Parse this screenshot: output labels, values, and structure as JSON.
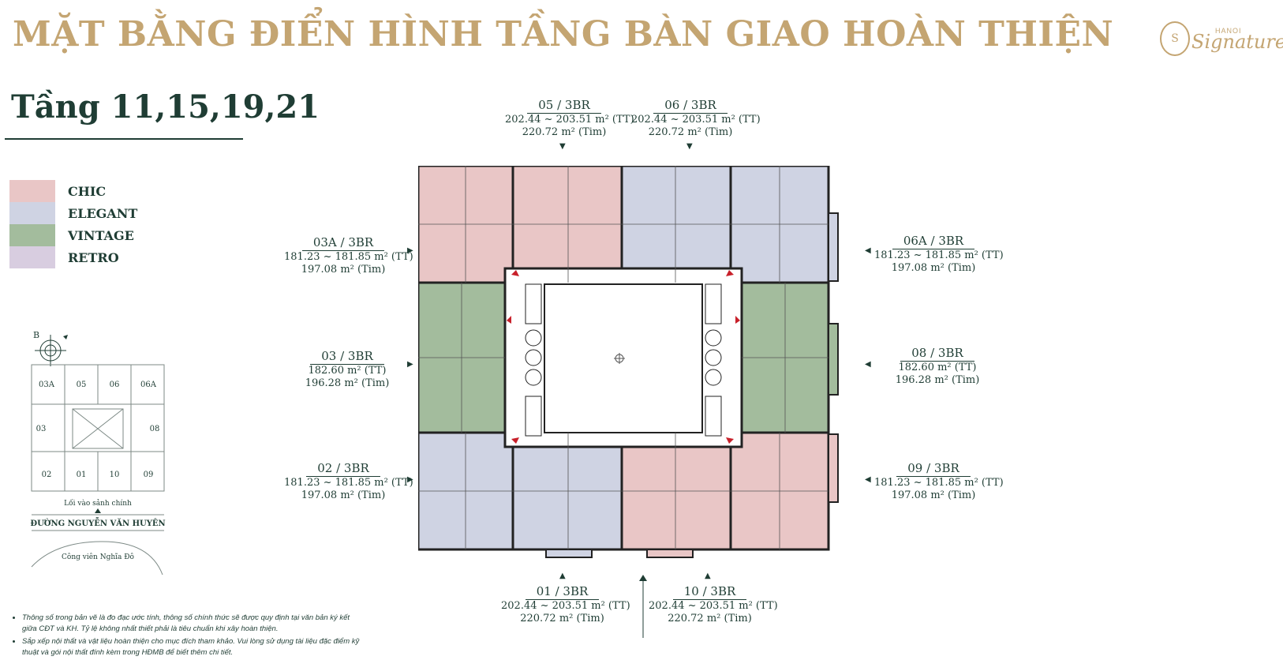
{
  "header": {
    "title": "MẶT BẰNG ĐIỂN HÌNH TẦNG BÀN GIAO HOÀN THIỆN",
    "logo_small": "HANOI",
    "logo_brand": "Signature",
    "logo_mark": "S"
  },
  "floor": {
    "title": "Tầng 11,15,19,21"
  },
  "legend": [
    {
      "label": "CHIC",
      "color": "#e9c6c6"
    },
    {
      "label": "ELEGANT",
      "color": "#cfd3e3"
    },
    {
      "label": "VINTAGE",
      "color": "#a3bc9d"
    },
    {
      "label": "RETRO",
      "color": "#d8cde0"
    }
  ],
  "keymap": {
    "compass": "B",
    "cells_top": [
      "03A",
      "05",
      "06",
      "06A"
    ],
    "cell_left": "03",
    "cell_right": "08",
    "cells_bottom": [
      "02",
      "01",
      "10",
      "09"
    ],
    "entrance": "Lối vào sảnh chính",
    "street": "ĐƯỜNG NGUYỄN VĂN HUYÊN",
    "park": "Công viên Nghĩa Đô"
  },
  "units": {
    "u05": {
      "code": "05 / 3BR",
      "tt": "202.44 ~ 203.51 m² (TT)",
      "tim": "220.72 m² (Tim)"
    },
    "u06": {
      "code": "06 / 3BR",
      "tt": "202.44 ~ 203.51 m² (TT)",
      "tim": "220.72 m² (Tim)"
    },
    "u03a": {
      "code": "03A / 3BR",
      "tt": "181.23 ~ 181.85 m² (TT)",
      "tim": "197.08 m² (Tim)"
    },
    "u06a": {
      "code": "06A / 3BR",
      "tt": "181.23 ~ 181.85 m² (TT)",
      "tim": "197.08 m² (Tim)"
    },
    "u03": {
      "code": "03 / 3BR",
      "tt": "182.60 m² (TT)",
      "tim": "196.28 m² (Tim)"
    },
    "u08": {
      "code": "08 / 3BR",
      "tt": "182.60 m² (TT)",
      "tim": "196.28 m² (Tim)"
    },
    "u02": {
      "code": "02 / 3BR",
      "tt": "181.23 ~ 181.85 m² (TT)",
      "tim": "197.08 m² (Tim)"
    },
    "u09": {
      "code": "09 / 3BR",
      "tt": "181.23 ~ 181.85 m² (TT)",
      "tim": "197.08 m² (Tim)"
    },
    "u01": {
      "code": "01 / 3BR",
      "tt": "202.44 ~ 203.51 m² (TT)",
      "tim": "220.72 m² (Tim)"
    },
    "u10": {
      "code": "10 / 3BR",
      "tt": "202.44 ~ 203.51 m² (TT)",
      "tim": "220.72 m² (Tim)"
    }
  },
  "notes": [
    "Thông số trong bản vẽ là đo đạc ước tính, thông số chính thức sẽ được quy định tại văn bản ký kết giữa CĐT và KH. Tỷ lệ không nhất thiết phải là tiêu chuẩn khi xây hoàn thiện.",
    "Sắp xếp nội thất và vật liệu hoàn thiện cho mục đích tham khảo. Vui lòng sử dụng tài liệu đặc điểm kỹ thuật và gói nội thất đính kèm trong HĐMB để biết thêm chi tiết."
  ],
  "colors": {
    "chic": "#e9c6c6",
    "elegant": "#cfd3e3",
    "vintage": "#a3bc9d",
    "retro": "#d8cde0",
    "gold": "#c4a572",
    "dark": "#1f3d34"
  }
}
